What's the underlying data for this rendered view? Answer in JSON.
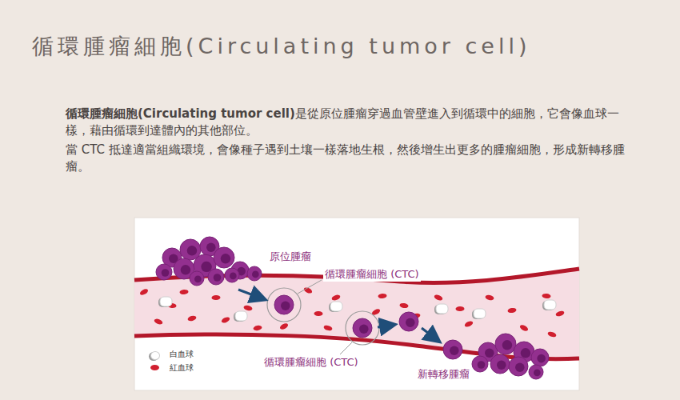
{
  "diagram": {
    "title": "循環腫瘤細胞(Circulating tumor cell)",
    "labels": [
      "循環腫瘤細胞(Circulating tumor cell)",
      "是從原位腫瘤穿過血管壁進入到循環中的細胞，它會像血球一樣，藉由循環到達體內的其他部位。",
      "當 CTC 抵達適當組織環境，會像種子遇到土壤一樣落地生根，然後增生出更多的腫瘤細胞，形成新轉移腫瘤。",
      "原位腫瘤",
      "循環腫瘤細胞 (CTC)",
      "循環腫瘤細胞 (CTC)",
      "新轉移腫瘤"
    ],
    "legend": [
      {
        "text": "白血球",
        "color": "#ffffff"
      },
      {
        "text": "紅血球",
        "color": "#d11f2f"
      }
    ]
  }
}
